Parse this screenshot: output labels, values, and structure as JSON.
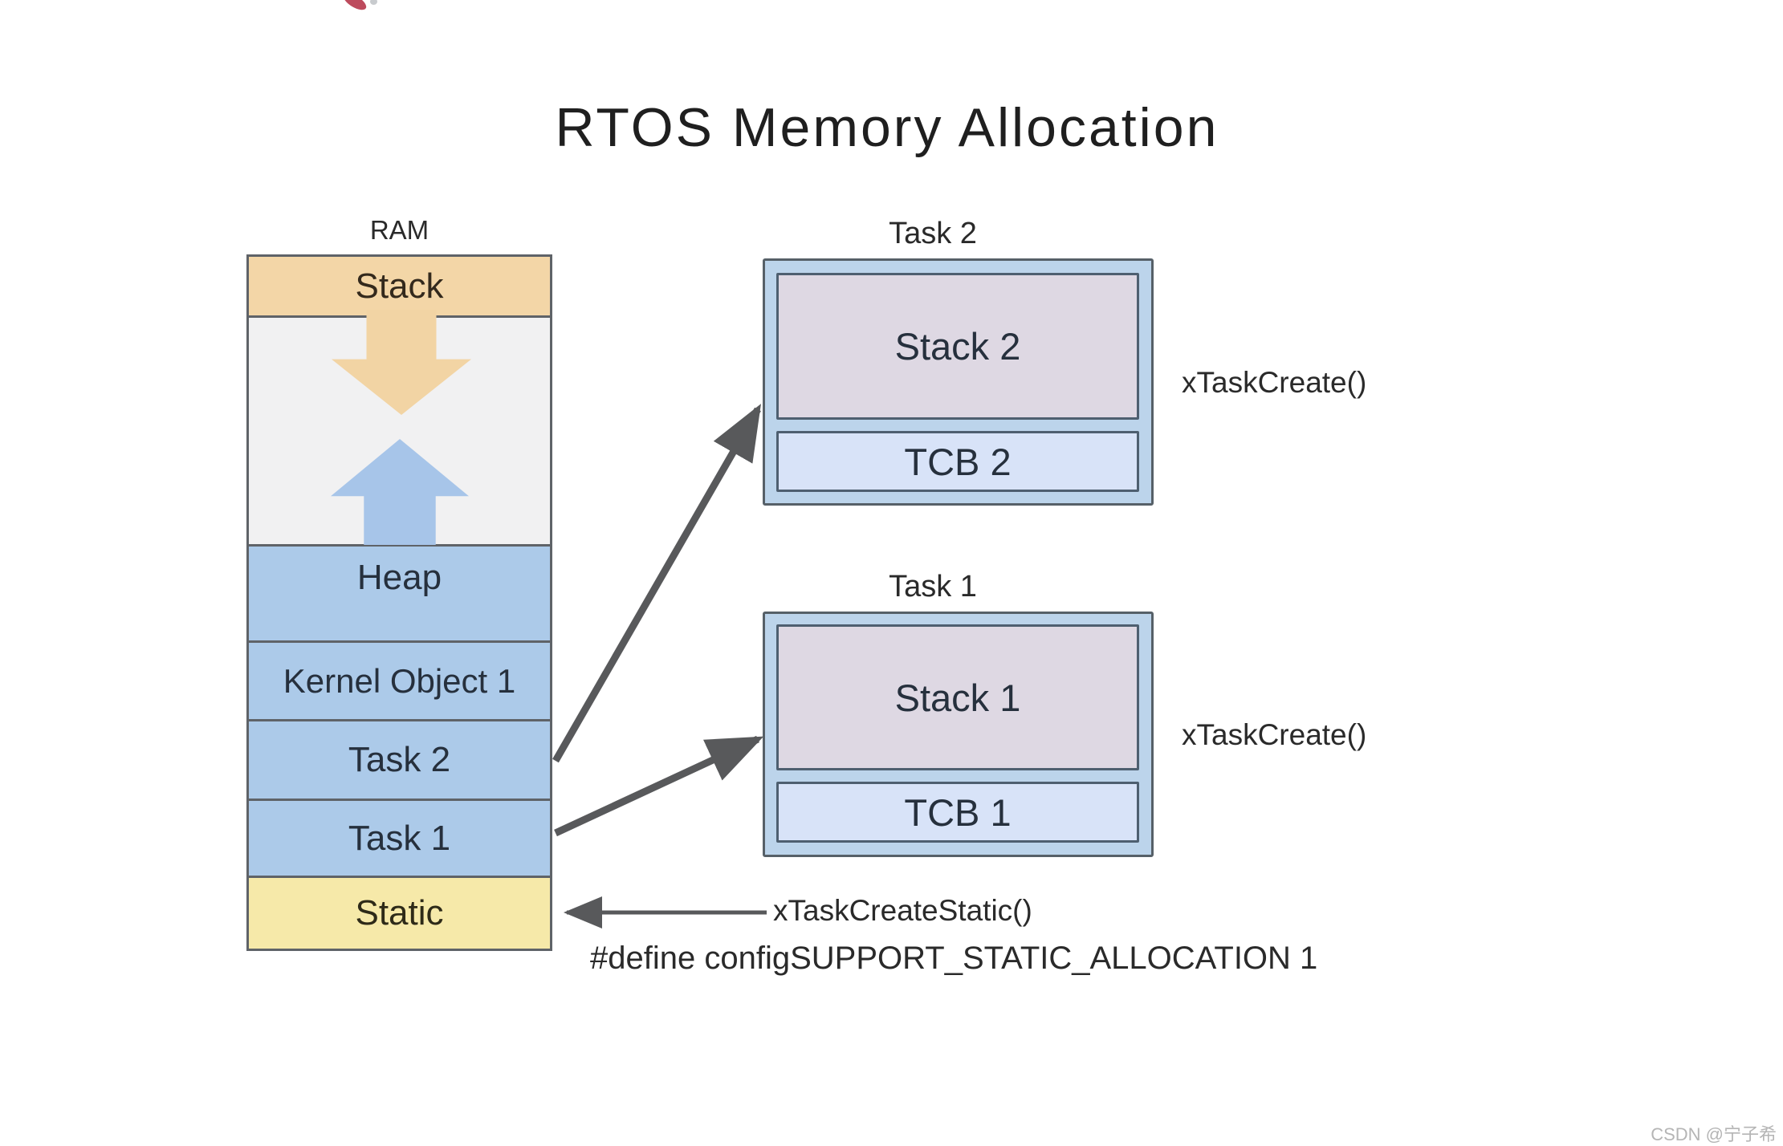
{
  "title": "RTOS Memory Allocation",
  "ram": {
    "label": "RAM",
    "stack_label": "Stack",
    "heap_label": "Heap",
    "kernel_object_label": "Kernel Object 1",
    "task2_label": "Task 2",
    "task1_label": "Task 1",
    "static_label": "Static"
  },
  "task2_box": {
    "title": "Task 2",
    "stack_label": "Stack 2",
    "tcb_label": "TCB 2",
    "annotation": "xTaskCreate()"
  },
  "task1_box": {
    "title": "Task 1",
    "stack_label": "Stack 1",
    "tcb_label": "TCB 1",
    "annotation": "xTaskCreate()"
  },
  "static_annotation": {
    "function_label": "xTaskCreateStatic()",
    "define_label": "#define configSUPPORT_STATIC_ALLOCATION 1"
  },
  "watermark": "CSDN @宁子希",
  "icons": {
    "stack_growth_arrow": "arrow-down",
    "heap_growth_arrow": "arrow-up",
    "task2_allocation_arrow": "arrow-up-right",
    "task1_allocation_arrow": "arrow-right",
    "static_allocation_arrow": "arrow-left"
  },
  "colors": {
    "stack_fill": "#f3d6a7",
    "free_region_fill": "#f1f1f2",
    "heap_fill": "#accae9",
    "static_fill": "#f6e9a9",
    "task_box_fill": "#bcd4eb",
    "task_stack_fill": "#ded8e3",
    "tcb_fill": "#d8e3f8",
    "border": "#5f6368",
    "arrow": "#58595b"
  }
}
